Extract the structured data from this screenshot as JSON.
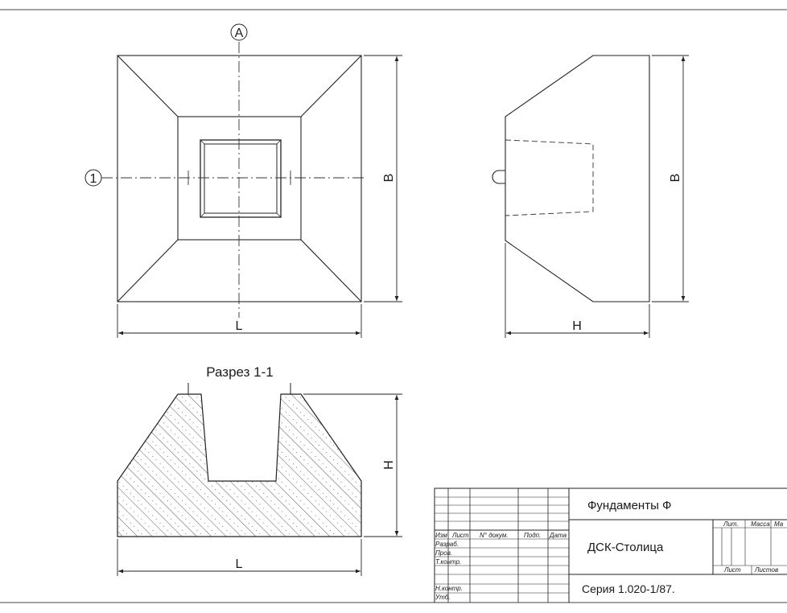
{
  "plan_view": {
    "axis_letter": "A",
    "axis_number": "1",
    "dim_width": "L",
    "dim_height": "B"
  },
  "side_view": {
    "dim_width": "H",
    "dim_height": "B"
  },
  "section_view": {
    "title": "Разрез 1-1",
    "dim_width": "L",
    "dim_height": "H"
  },
  "title_block": {
    "name": "Фундаменты Ф",
    "organization": "ДСК-Столица",
    "series": "Серия 1.020-1/87.",
    "header": [
      "Изм",
      "Лист",
      "N° докум.",
      "Подп.",
      "Дата"
    ],
    "roles": [
      "Разраб.",
      "Пров.",
      "Т.контр.",
      "",
      "Н.контр.",
      "Утб."
    ],
    "stage_header": [
      "Лит.",
      "Масса",
      "Ма"
    ],
    "sheet_header": [
      "Лист",
      "Листов"
    ]
  }
}
